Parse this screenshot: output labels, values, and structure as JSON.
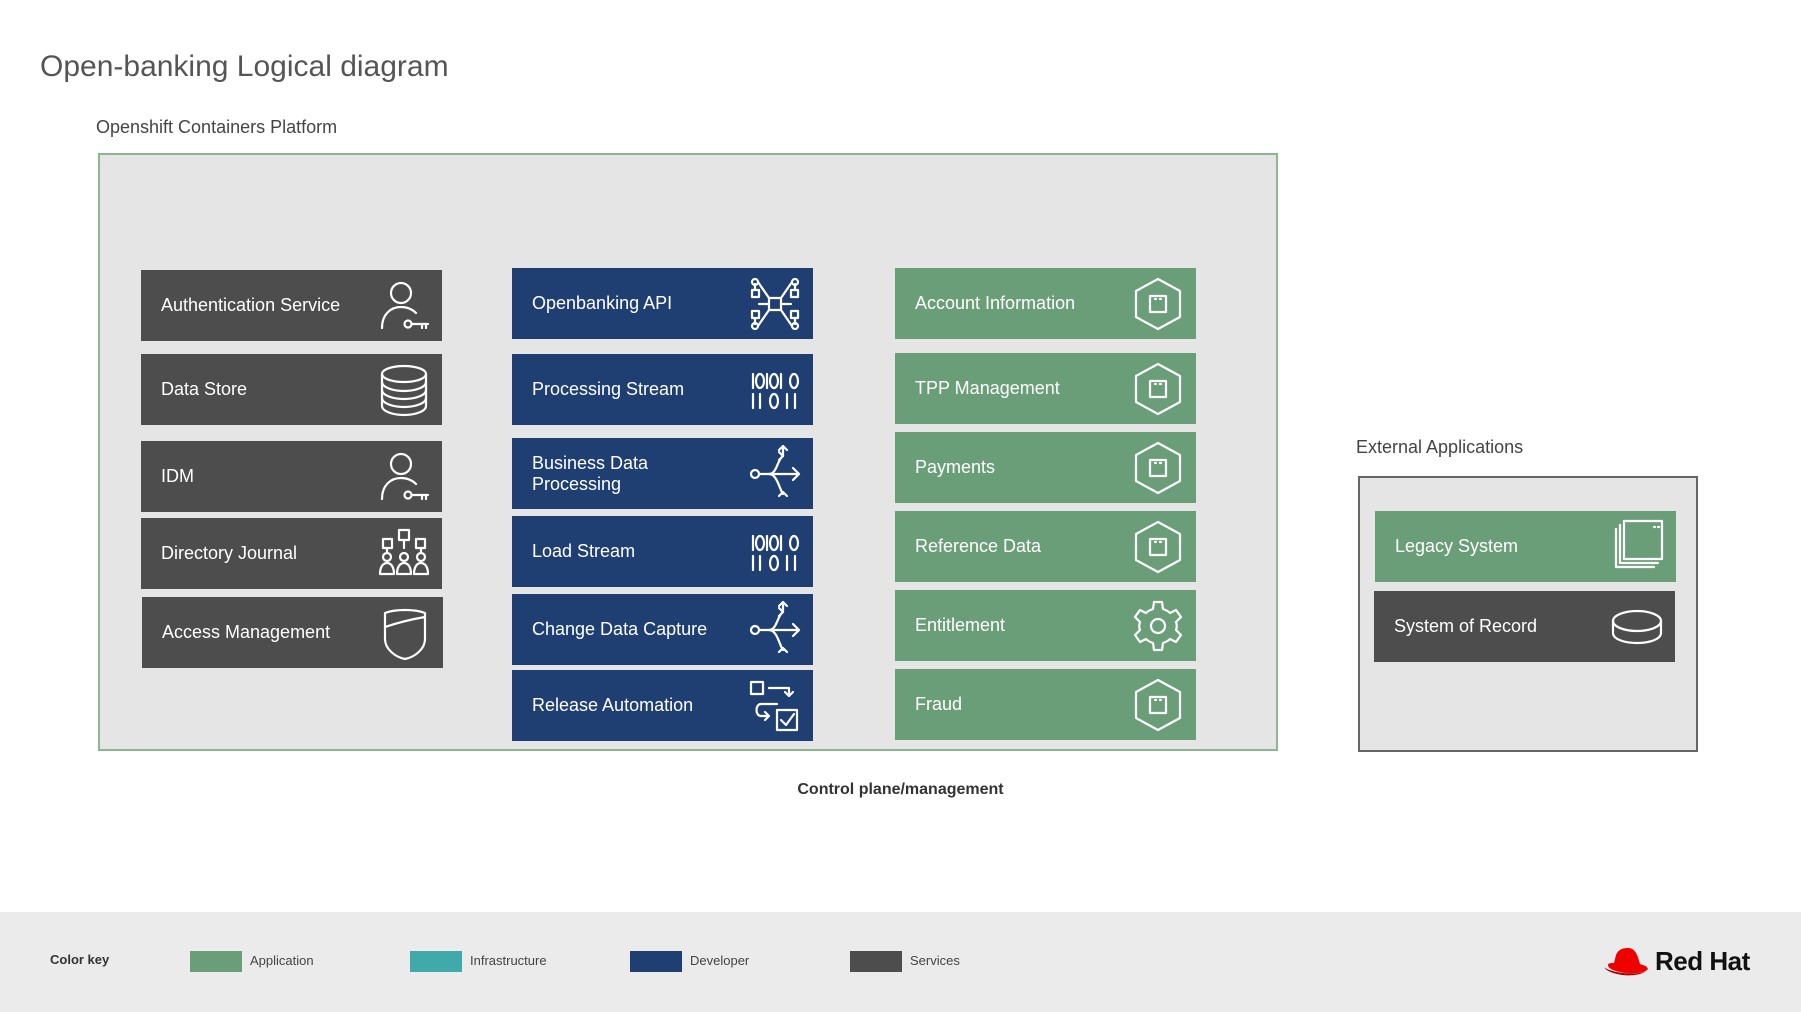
{
  "title": "Open-banking Logical diagram",
  "platform": {
    "label": "Openshift Containers Platform"
  },
  "external": {
    "label": "External Applications"
  },
  "control_label": "Control plane/management",
  "columns": {
    "services": [
      {
        "label": "Authentication Service",
        "icon": "user-key-icon"
      },
      {
        "label": "Data Store",
        "icon": "database-icon"
      },
      {
        "label": "IDM",
        "icon": "user-key-icon"
      },
      {
        "label": "Directory Journal",
        "icon": "org-chart-icon"
      },
      {
        "label": "Access Management",
        "icon": "shield-icon"
      }
    ],
    "developer": [
      {
        "label": "Openbanking API",
        "icon": "api-nodes-icon"
      },
      {
        "label": "Processing Stream",
        "icon": "binary-icon"
      },
      {
        "label": "Business Data Processing",
        "icon": "split-arrows-icon"
      },
      {
        "label": "Load Stream",
        "icon": "binary-icon"
      },
      {
        "label": "Change Data Capture",
        "icon": "split-arrows-icon"
      },
      {
        "label": "Release Automation",
        "icon": "automation-icon"
      }
    ],
    "applications": [
      {
        "label": "Account Information",
        "icon": "hexagon-box-icon"
      },
      {
        "label": "TPP Management",
        "icon": "hexagon-box-icon"
      },
      {
        "label": "Payments",
        "icon": "hexagon-box-icon"
      },
      {
        "label": "Reference Data",
        "icon": "hexagon-box-icon"
      },
      {
        "label": "Entitlement",
        "icon": "gear-icon"
      },
      {
        "label": "Fraud",
        "icon": "hexagon-box-icon"
      }
    ]
  },
  "external_items": [
    {
      "label": "Legacy System",
      "icon": "stacked-windows-icon"
    },
    {
      "label": "System of Record",
      "icon": "disk-icon"
    }
  ],
  "color_key": {
    "title": "Color key",
    "items": [
      {
        "label": "Application",
        "color": "#6a9e78"
      },
      {
        "label": "Infrastructure",
        "color": "#40a9aa"
      },
      {
        "label": "Developer",
        "color": "#1f3f73"
      },
      {
        "label": "Services",
        "color": "#4d4d4d"
      }
    ]
  },
  "brand": {
    "name": "Red Hat",
    "color": "#ee0000"
  },
  "colors": {
    "services": "#4d4d4d",
    "developer": "#1f3f73",
    "application": "#6a9e78"
  }
}
